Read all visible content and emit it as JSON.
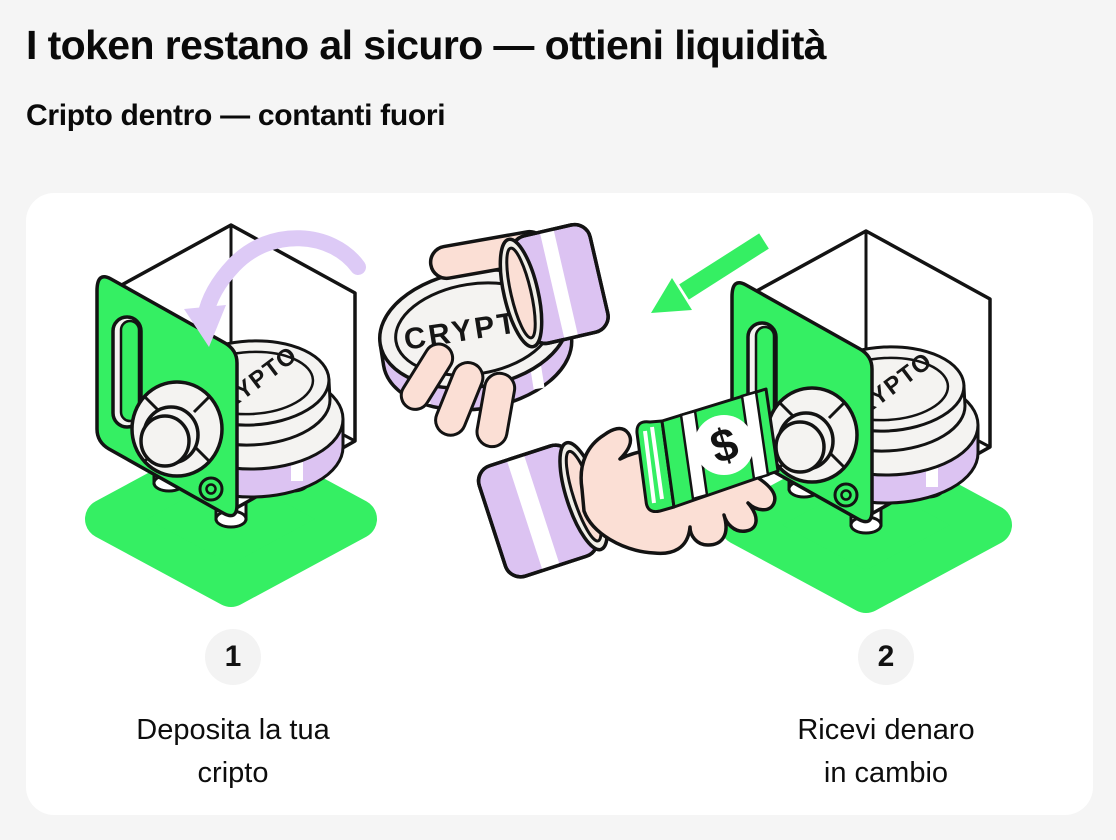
{
  "page": {
    "background_color": "#F5F5F5"
  },
  "header": {
    "title": "I token restano al sicuro — ottieni liquidità",
    "subtitle": "Cripto dentro — contanti fuori"
  },
  "card": {
    "background_color": "#FFFFFF",
    "illustration": {
      "coin_label": "CRYPTO",
      "bill_symbol": "$",
      "colors": {
        "safe_green": "#35EF63",
        "lavender": "#DCC3F2",
        "arrow_lavender": "#DDCAF6",
        "skin": "#FBDFD5",
        "coin_face": "#F4F3F1",
        "ink": "#131313"
      }
    },
    "steps": [
      {
        "number": "1",
        "line1": "Deposita la tua",
        "line2": "cripto"
      },
      {
        "number": "2",
        "line1": "Ricevi denaro",
        "line2": "in cambio"
      }
    ]
  }
}
